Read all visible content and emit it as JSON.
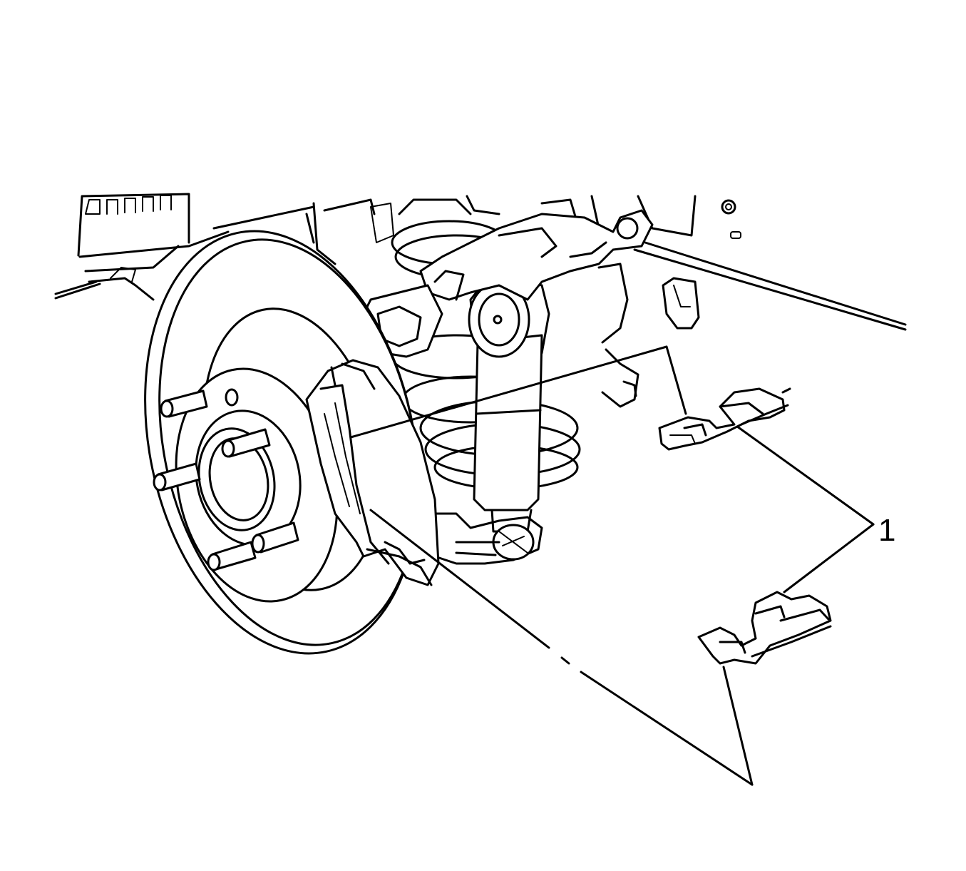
{
  "callouts": [
    {
      "id": "1",
      "label": "1"
    }
  ],
  "parts": {
    "rotor": "brake-rotor",
    "caliper_bracket": "caliper-bracket",
    "shock": "shock-absorber",
    "spring": "coil-spring",
    "clips": "brake-pad-retainer-clips"
  }
}
